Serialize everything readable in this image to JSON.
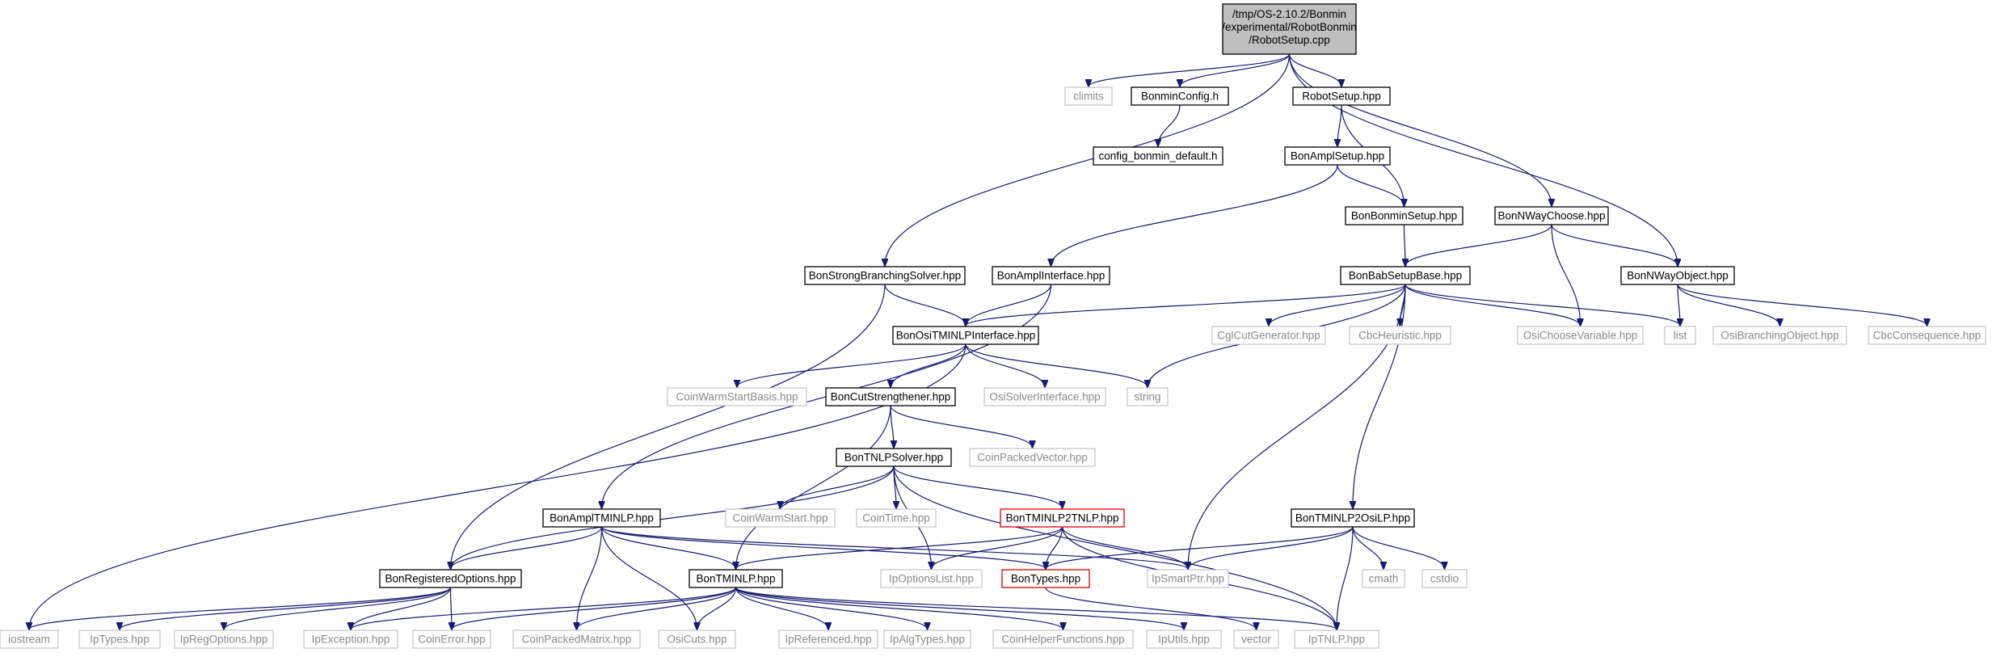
{
  "diagram": {
    "type": "include-dependency-graph",
    "root": {
      "lines": [
        "/tmp/OS-2.10.2/Bonmin",
        "/experimental/RobotBonmin",
        "/RobotSetup.cpp"
      ]
    },
    "nodes": [
      {
        "id": "climits",
        "label": "climits",
        "style": "dim"
      },
      {
        "id": "bonminconfig",
        "label": "BonminConfig.h",
        "style": "normal"
      },
      {
        "id": "configdefault",
        "label": "config_bonmin_default.h",
        "style": "normal"
      },
      {
        "id": "robotsetup",
        "label": "RobotSetup.hpp",
        "style": "normal"
      },
      {
        "id": "amplsetup",
        "label": "BonAmplSetup.hpp",
        "style": "normal"
      },
      {
        "id": "bonminsetup",
        "label": "BonBonminSetup.hpp",
        "style": "normal"
      },
      {
        "id": "nwaychoose",
        "label": "BonNWayChoose.hpp",
        "style": "normal"
      },
      {
        "id": "nwayobject",
        "label": "BonNWayObject.hpp",
        "style": "normal"
      },
      {
        "id": "strongbranch",
        "label": "BonStrongBranchingSolver.hpp",
        "style": "normal"
      },
      {
        "id": "amplinterface",
        "label": "BonAmplInterface.hpp",
        "style": "normal"
      },
      {
        "id": "babsetupbase",
        "label": "BonBabSetupBase.hpp",
        "style": "normal"
      },
      {
        "id": "ositminlp",
        "label": "BonOsiTMINLPInterface.hpp",
        "style": "normal"
      },
      {
        "id": "cglcut",
        "label": "CglCutGenerator.hpp",
        "style": "dim"
      },
      {
        "id": "cbcheur",
        "label": "CbcHeuristic.hpp",
        "style": "dim"
      },
      {
        "id": "osichoose",
        "label": "OsiChooseVariable.hpp",
        "style": "dim"
      },
      {
        "id": "list",
        "label": "list",
        "style": "dim"
      },
      {
        "id": "osibranching",
        "label": "OsiBranchingObject.hpp",
        "style": "dim"
      },
      {
        "id": "cbcconseq",
        "label": "CbcConsequence.hpp",
        "style": "dim"
      },
      {
        "id": "coinwarmbasis",
        "label": "CoinWarmStartBasis.hpp",
        "style": "dim"
      },
      {
        "id": "cutstrength",
        "label": "BonCutStrengthener.hpp",
        "style": "normal"
      },
      {
        "id": "osisolver",
        "label": "OsiSolverInterface.hpp",
        "style": "dim"
      },
      {
        "id": "string",
        "label": "string",
        "style": "dim"
      },
      {
        "id": "tnlpsolver",
        "label": "BonTNLPSolver.hpp",
        "style": "normal"
      },
      {
        "id": "coinpackedvector",
        "label": "CoinPackedVector.hpp",
        "style": "dim"
      },
      {
        "id": "ampltminlp",
        "label": "BonAmplTMINLP.hpp",
        "style": "normal"
      },
      {
        "id": "coinwarmstart",
        "label": "CoinWarmStart.hpp",
        "style": "dim"
      },
      {
        "id": "cointime",
        "label": "CoinTime.hpp",
        "style": "dim"
      },
      {
        "id": "tminlp2tnlp",
        "label": "BonTMINLP2TNLP.hpp",
        "style": "red"
      },
      {
        "id": "tminlp2osilp",
        "label": "BonTMINLP2OsiLP.hpp",
        "style": "normal"
      },
      {
        "id": "regoptions",
        "label": "BonRegisteredOptions.hpp",
        "style": "normal"
      },
      {
        "id": "tminlp",
        "label": "BonTMINLP.hpp",
        "style": "normal"
      },
      {
        "id": "ipoptionslist",
        "label": "IpOptionsList.hpp",
        "style": "dim"
      },
      {
        "id": "bontypes",
        "label": "BonTypes.hpp",
        "style": "red"
      },
      {
        "id": "ipsmartptr",
        "label": "IpSmartPtr.hpp",
        "style": "dim"
      },
      {
        "id": "cmath",
        "label": "cmath",
        "style": "dim"
      },
      {
        "id": "cstdio",
        "label": "cstdio",
        "style": "dim"
      },
      {
        "id": "iostream",
        "label": "iostream",
        "style": "dim"
      },
      {
        "id": "iptypes",
        "label": "IpTypes.hpp",
        "style": "dim"
      },
      {
        "id": "ipregoptions",
        "label": "IpRegOptions.hpp",
        "style": "dim"
      },
      {
        "id": "ipexception",
        "label": "IpException.hpp",
        "style": "dim"
      },
      {
        "id": "coinerror",
        "label": "CoinError.hpp",
        "style": "dim"
      },
      {
        "id": "coinpackedmatrix",
        "label": "CoinPackedMatrix.hpp",
        "style": "dim"
      },
      {
        "id": "osicuts",
        "label": "OsiCuts.hpp",
        "style": "dim"
      },
      {
        "id": "ipreferenced",
        "label": "IpReferenced.hpp",
        "style": "dim"
      },
      {
        "id": "ipalgtypes",
        "label": "IpAlgTypes.hpp",
        "style": "dim"
      },
      {
        "id": "coinhelper",
        "label": "CoinHelperFunctions.hpp",
        "style": "dim"
      },
      {
        "id": "iputils",
        "label": "IpUtils.hpp",
        "style": "dim"
      },
      {
        "id": "vector",
        "label": "vector",
        "style": "dim"
      },
      {
        "id": "iptnlp",
        "label": "IpTNLP.hpp",
        "style": "dim"
      }
    ],
    "edges": [
      [
        "root",
        "climits"
      ],
      [
        "root",
        "bonminconfig"
      ],
      [
        "root",
        "robotsetup"
      ],
      [
        "root",
        "strongbranch"
      ],
      [
        "root",
        "nwaychoose"
      ],
      [
        "root",
        "nwayobject"
      ],
      [
        "bonminconfig",
        "configdefault"
      ],
      [
        "robotsetup",
        "amplsetup"
      ],
      [
        "robotsetup",
        "bonminsetup"
      ],
      [
        "amplsetup",
        "bonminsetup"
      ],
      [
        "amplsetup",
        "amplinterface"
      ],
      [
        "bonminsetup",
        "babsetupbase"
      ],
      [
        "nwaychoose",
        "babsetupbase"
      ],
      [
        "nwaychoose",
        "nwayobject"
      ],
      [
        "nwaychoose",
        "osichoose"
      ],
      [
        "nwayobject",
        "list"
      ],
      [
        "nwayobject",
        "osibranching"
      ],
      [
        "nwayobject",
        "cbcconseq"
      ],
      [
        "strongbranch",
        "ositminlp"
      ],
      [
        "strongbranch",
        "regoptions"
      ],
      [
        "amplinterface",
        "ositminlp"
      ],
      [
        "amplinterface",
        "ampltminlp"
      ],
      [
        "babsetupbase",
        "ositminlp"
      ],
      [
        "babsetupbase",
        "cglcut"
      ],
      [
        "babsetupbase",
        "cbcheur"
      ],
      [
        "babsetupbase",
        "osichoose"
      ],
      [
        "babsetupbase",
        "list"
      ],
      [
        "babsetupbase",
        "string"
      ],
      [
        "babsetupbase",
        "ipsmartptr"
      ],
      [
        "babsetupbase",
        "tminlp2osilp"
      ],
      [
        "ositminlp",
        "coinwarmbasis"
      ],
      [
        "ositminlp",
        "cutstrength"
      ],
      [
        "ositminlp",
        "osisolver"
      ],
      [
        "ositminlp",
        "string"
      ],
      [
        "ositminlp",
        "iostream"
      ],
      [
        "cutstrength",
        "tnlpsolver"
      ],
      [
        "cutstrength",
        "coinpackedvector"
      ],
      [
        "cutstrength",
        "tminlp"
      ],
      [
        "tnlpsolver",
        "coinwarmstart"
      ],
      [
        "tnlpsolver",
        "cointime"
      ],
      [
        "tnlpsolver",
        "tminlp2tnlp"
      ],
      [
        "tnlpsolver",
        "regoptions"
      ],
      [
        "tnlpsolver",
        "ipoptionslist"
      ],
      [
        "tnlpsolver",
        "iptnlp"
      ],
      [
        "ampltminlp",
        "regoptions"
      ],
      [
        "ampltminlp",
        "tminlp"
      ],
      [
        "ampltminlp",
        "bontypes"
      ],
      [
        "ampltminlp",
        "ipsmartptr"
      ],
      [
        "ampltminlp",
        "coinpackedmatrix"
      ],
      [
        "ampltminlp",
        "osicuts"
      ],
      [
        "tminlp2tnlp",
        "tminlp"
      ],
      [
        "tminlp2tnlp",
        "ipoptionslist"
      ],
      [
        "tminlp2tnlp",
        "bontypes"
      ],
      [
        "tminlp2tnlp",
        "ipsmartptr"
      ],
      [
        "tminlp2tnlp",
        "iptnlp"
      ],
      [
        "tminlp2osilp",
        "bontypes"
      ],
      [
        "tminlp2osilp",
        "ipsmartptr"
      ],
      [
        "tminlp2osilp",
        "cmath"
      ],
      [
        "tminlp2osilp",
        "cstdio"
      ],
      [
        "tminlp2osilp",
        "iptnlp"
      ],
      [
        "regoptions",
        "iostream"
      ],
      [
        "regoptions",
        "iptypes"
      ],
      [
        "regoptions",
        "ipregoptions"
      ],
      [
        "regoptions",
        "ipexception"
      ],
      [
        "regoptions",
        "coinerror"
      ],
      [
        "tminlp",
        "ipexception"
      ],
      [
        "tminlp",
        "coinerror"
      ],
      [
        "tminlp",
        "coinpackedmatrix"
      ],
      [
        "tminlp",
        "osicuts"
      ],
      [
        "tminlp",
        "ipreferenced"
      ],
      [
        "tminlp",
        "ipalgtypes"
      ],
      [
        "tminlp",
        "coinhelper"
      ],
      [
        "tminlp",
        "iputils"
      ],
      [
        "tminlp",
        "iptnlp"
      ],
      [
        "bontypes",
        "vector"
      ]
    ]
  }
}
